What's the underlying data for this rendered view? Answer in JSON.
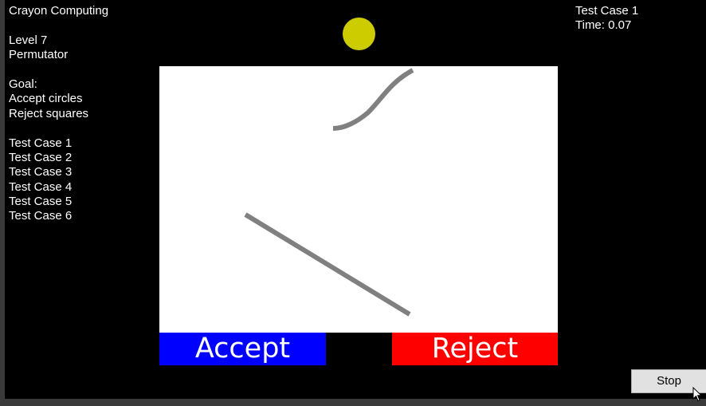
{
  "app_title": "Crayon Computing",
  "level": {
    "number_label": "Level 7",
    "name": "Permutator"
  },
  "goal": {
    "heading": "Goal:",
    "lines": [
      "Accept circles",
      "Reject squares"
    ]
  },
  "test_cases": [
    "Test Case 1",
    "Test Case 2",
    "Test Case 3",
    "Test Case 4",
    "Test Case 5",
    "Test Case 6"
  ],
  "status": {
    "current_case": "Test Case 1",
    "time_label": "Time: 0.07"
  },
  "buttons": {
    "accept": "Accept",
    "reject": "Reject",
    "stop": "Stop"
  },
  "colors": {
    "background": "#000000",
    "ball": "#cccc00",
    "canvas": "#ffffff",
    "crayon_stroke": "#808080",
    "accept": "#0000ff",
    "reject": "#ff0000"
  },
  "icons": {
    "ball": "yellow-circle",
    "cursor": "arrow-pointer"
  }
}
